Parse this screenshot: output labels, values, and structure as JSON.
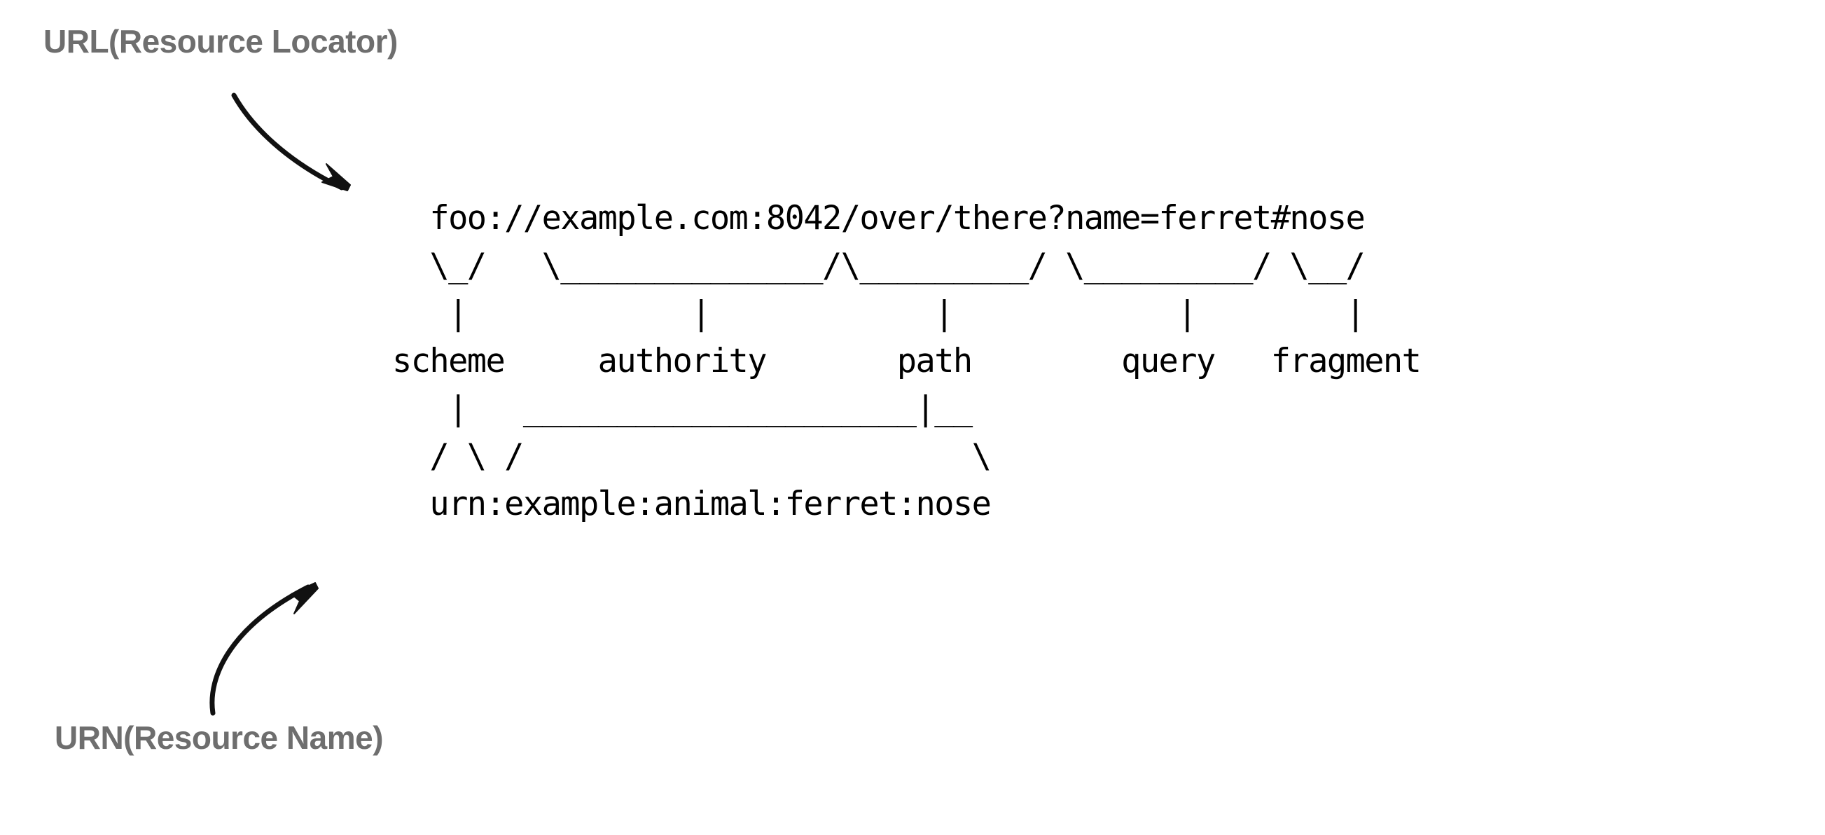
{
  "title": "URI syntax components diagram",
  "colors": {
    "background": "#ffffff",
    "annotation_text": "#6e6e6e",
    "ascii_text": "#000000",
    "arrow": "#111111"
  },
  "annotations": {
    "url": {
      "label": "URL(Resource Locator)",
      "points_to": "foo://example.com:8042/over/there?name=ferret#nose"
    },
    "urn": {
      "label": "URN(Resource Name)",
      "points_to": "urn:example:animal:ferret:nose"
    }
  },
  "uri": {
    "url_example": "foo://example.com:8042/over/there?name=ferret#nose",
    "urn_example": "urn:example:animal:ferret:nose",
    "components": [
      {
        "name": "scheme",
        "value": "foo"
      },
      {
        "name": "authority",
        "value": "example.com:8042"
      },
      {
        "name": "path",
        "value": "/over/there"
      },
      {
        "name": "query",
        "value": "name=ferret"
      },
      {
        "name": "fragment",
        "value": "nose"
      }
    ]
  },
  "ascii_art": {
    "lines": [
      "  foo://example.com:8042/over/there?name=ferret#nose",
      "  \\_/   \\______________/\\_________/ \\_________/ \\__/",
      "   |            |            |            |        |",
      "scheme     authority       path        query   fragment",
      "   |   _____________________|__",
      "  / \\ /                        \\",
      "  urn:example:animal:ferret:nose"
    ],
    "line_count": 7
  }
}
